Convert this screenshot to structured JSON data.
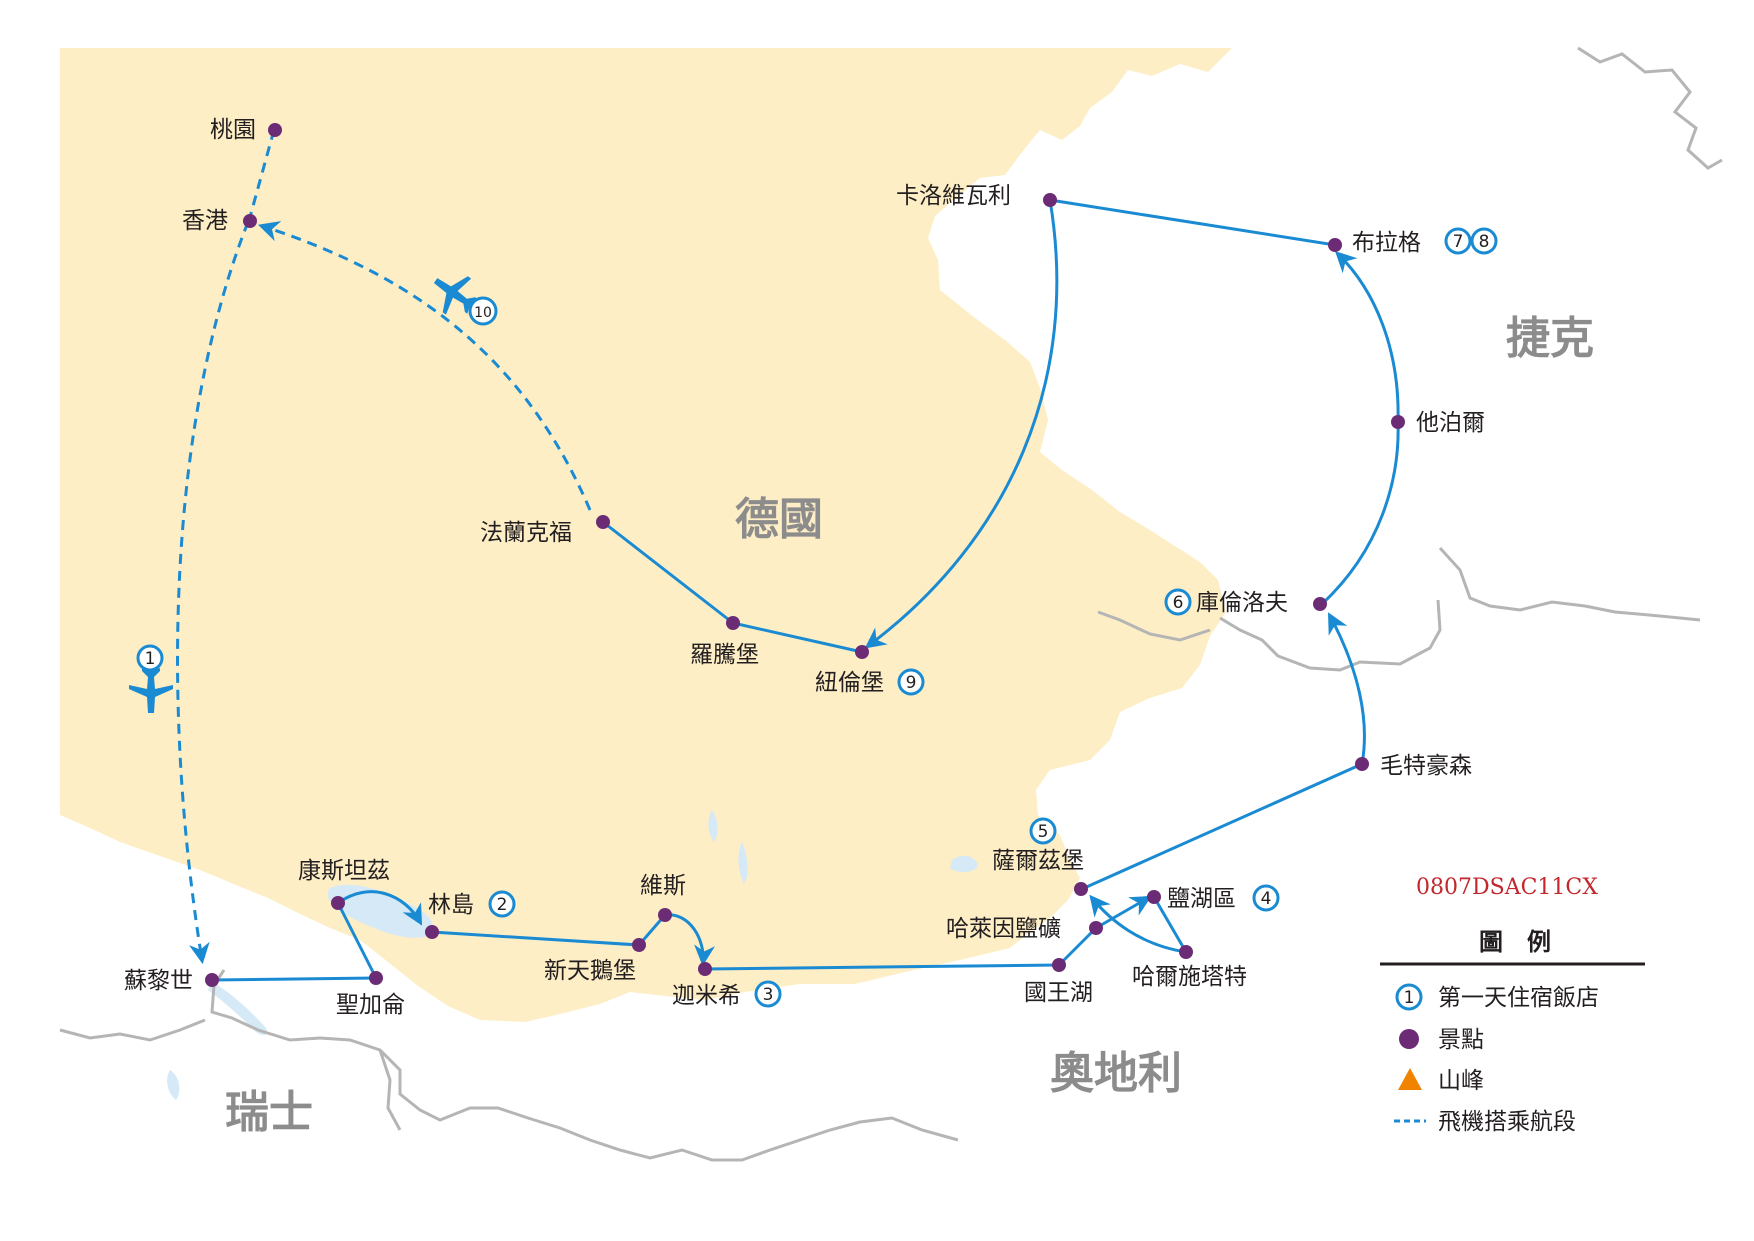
{
  "countries": {
    "germany": "德國",
    "czech": "捷克",
    "austria": "奧地利",
    "switzerland": "瑞士"
  },
  "places": {
    "taoyuan": "桃園",
    "hongkong": "香港",
    "frankfurt": "法蘭克福",
    "rothenburg": "羅騰堡",
    "nuremberg": "紐倫堡",
    "karlovy_vary": "卡洛維瓦利",
    "prague": "布拉格",
    "tabor": "他泊爾",
    "cesky_krumlov": "庫倫洛夫",
    "mauthausen": "毛特豪森",
    "salzburg": "薩爾茲堡",
    "salzkammergut": "鹽湖區",
    "hallein": "哈萊因鹽礦",
    "hallstatt": "哈爾施塔特",
    "konigssee": "國王湖",
    "fussen": "迦米希",
    "wies": "維斯",
    "neuschwanstein": "新天鵝堡",
    "lindau": "林島",
    "konstanz": "康斯坦茲",
    "st_gallen": "聖加侖",
    "zurich": "蘇黎世"
  },
  "badges": {
    "day1": "1",
    "day2": "2",
    "day3": "3",
    "day4": "4",
    "day5": "5",
    "day6": "6",
    "day7": "7",
    "day8": "8",
    "day9": "9",
    "day10": "10"
  },
  "product_code": "0807DSAC11CX",
  "legend": {
    "title": "圖　例",
    "hotel_sample": "1",
    "hotel_label": "第一天住宿飯店",
    "spot_label": "景點",
    "peak_label": "山峰",
    "flight_label": "飛機搭乘航段"
  },
  "colors": {
    "land": "#fdeec6",
    "route": "#1a8bd2",
    "spot": "#6b2c75",
    "border": "#b5b5b5",
    "lake": "#d5e9f6",
    "peak": "#f08300",
    "code_red": "#c1272d"
  },
  "icons": {
    "plane": "plane-icon",
    "spot": "spot-marker",
    "peak": "peak-triangle"
  }
}
